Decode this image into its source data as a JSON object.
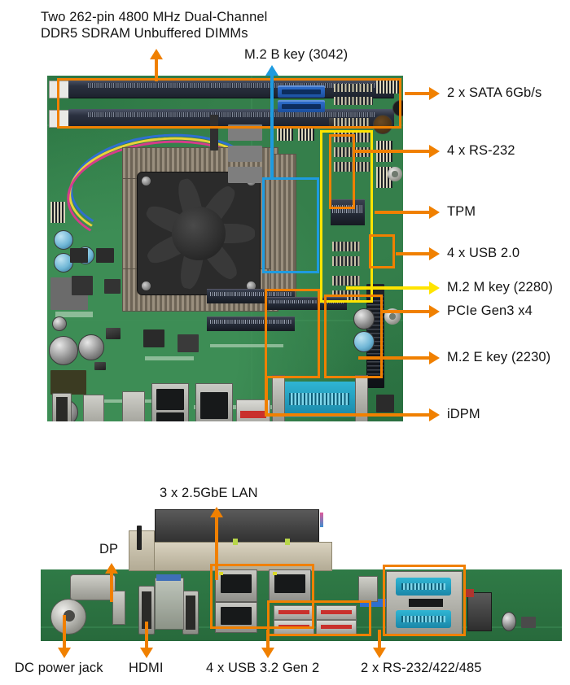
{
  "diagram": {
    "title": "Motherboard connector callout diagram",
    "accent_orange": "#F08000",
    "accent_yellow": "#FFE400",
    "accent_blue": "#1E9BE0",
    "pcb_green": "#2F7A46"
  },
  "top_board": {
    "name": "top-view-motherboard",
    "callouts": [
      {
        "id": "dimm",
        "label": "Two 262-pin 4800 MHz Dual-Channel\nDDR5 SDRAM Unbuffered DIMMs",
        "color": "#F08000",
        "arrow": "up"
      },
      {
        "id": "m2b",
        "label": "M.2 B key (3042)",
        "color": "#1E9BE0",
        "arrow": "up"
      },
      {
        "id": "sata",
        "label": "2 x SATA 6Gb/s",
        "color": "#F08000",
        "arrow": "right"
      },
      {
        "id": "rs232",
        "label": "4 x RS-232",
        "color": "#F08000",
        "arrow": "right"
      },
      {
        "id": "tpm",
        "label": "TPM",
        "color": "#F08000",
        "arrow": "right"
      },
      {
        "id": "usb20",
        "label": "4 x USB 2.0",
        "color": "#F08000",
        "arrow": "right"
      },
      {
        "id": "m2m",
        "label": "M.2 M key (2280)",
        "color": "#FFE400",
        "arrow": "right"
      },
      {
        "id": "pcie",
        "label": "PCIe Gen3 x4",
        "color": "#F08000",
        "arrow": "right"
      },
      {
        "id": "m2e",
        "label": "M.2 E key (2230)",
        "color": "#F08000",
        "arrow": "right"
      },
      {
        "id": "idpm",
        "label": "iDPM",
        "color": "#F08000",
        "arrow": "right"
      }
    ],
    "label_lines": {
      "dimm_line1": "Two 262-pin 4800 MHz Dual-Channel",
      "dimm_line2": "DDR5 SDRAM Unbuffered DIMMs"
    }
  },
  "bottom_board": {
    "name": "rear-io-panel",
    "callouts": [
      {
        "id": "lan",
        "label": "3 x 2.5GbE LAN",
        "color": "#F08000",
        "arrow": "up"
      },
      {
        "id": "dp",
        "label": "DP",
        "color": "#F08000",
        "arrow": "up"
      },
      {
        "id": "dcjack",
        "label": "DC power jack",
        "color": "#F08000",
        "arrow": "down"
      },
      {
        "id": "hdmi",
        "label": "HDMI",
        "color": "#F08000",
        "arrow": "down"
      },
      {
        "id": "usb32",
        "label": "4 x USB 3.2 Gen 2",
        "color": "#F08000",
        "arrow": "down"
      },
      {
        "id": "serial",
        "label": "2 x RS-232/422/485",
        "color": "#F08000",
        "arrow": "down"
      }
    ]
  }
}
